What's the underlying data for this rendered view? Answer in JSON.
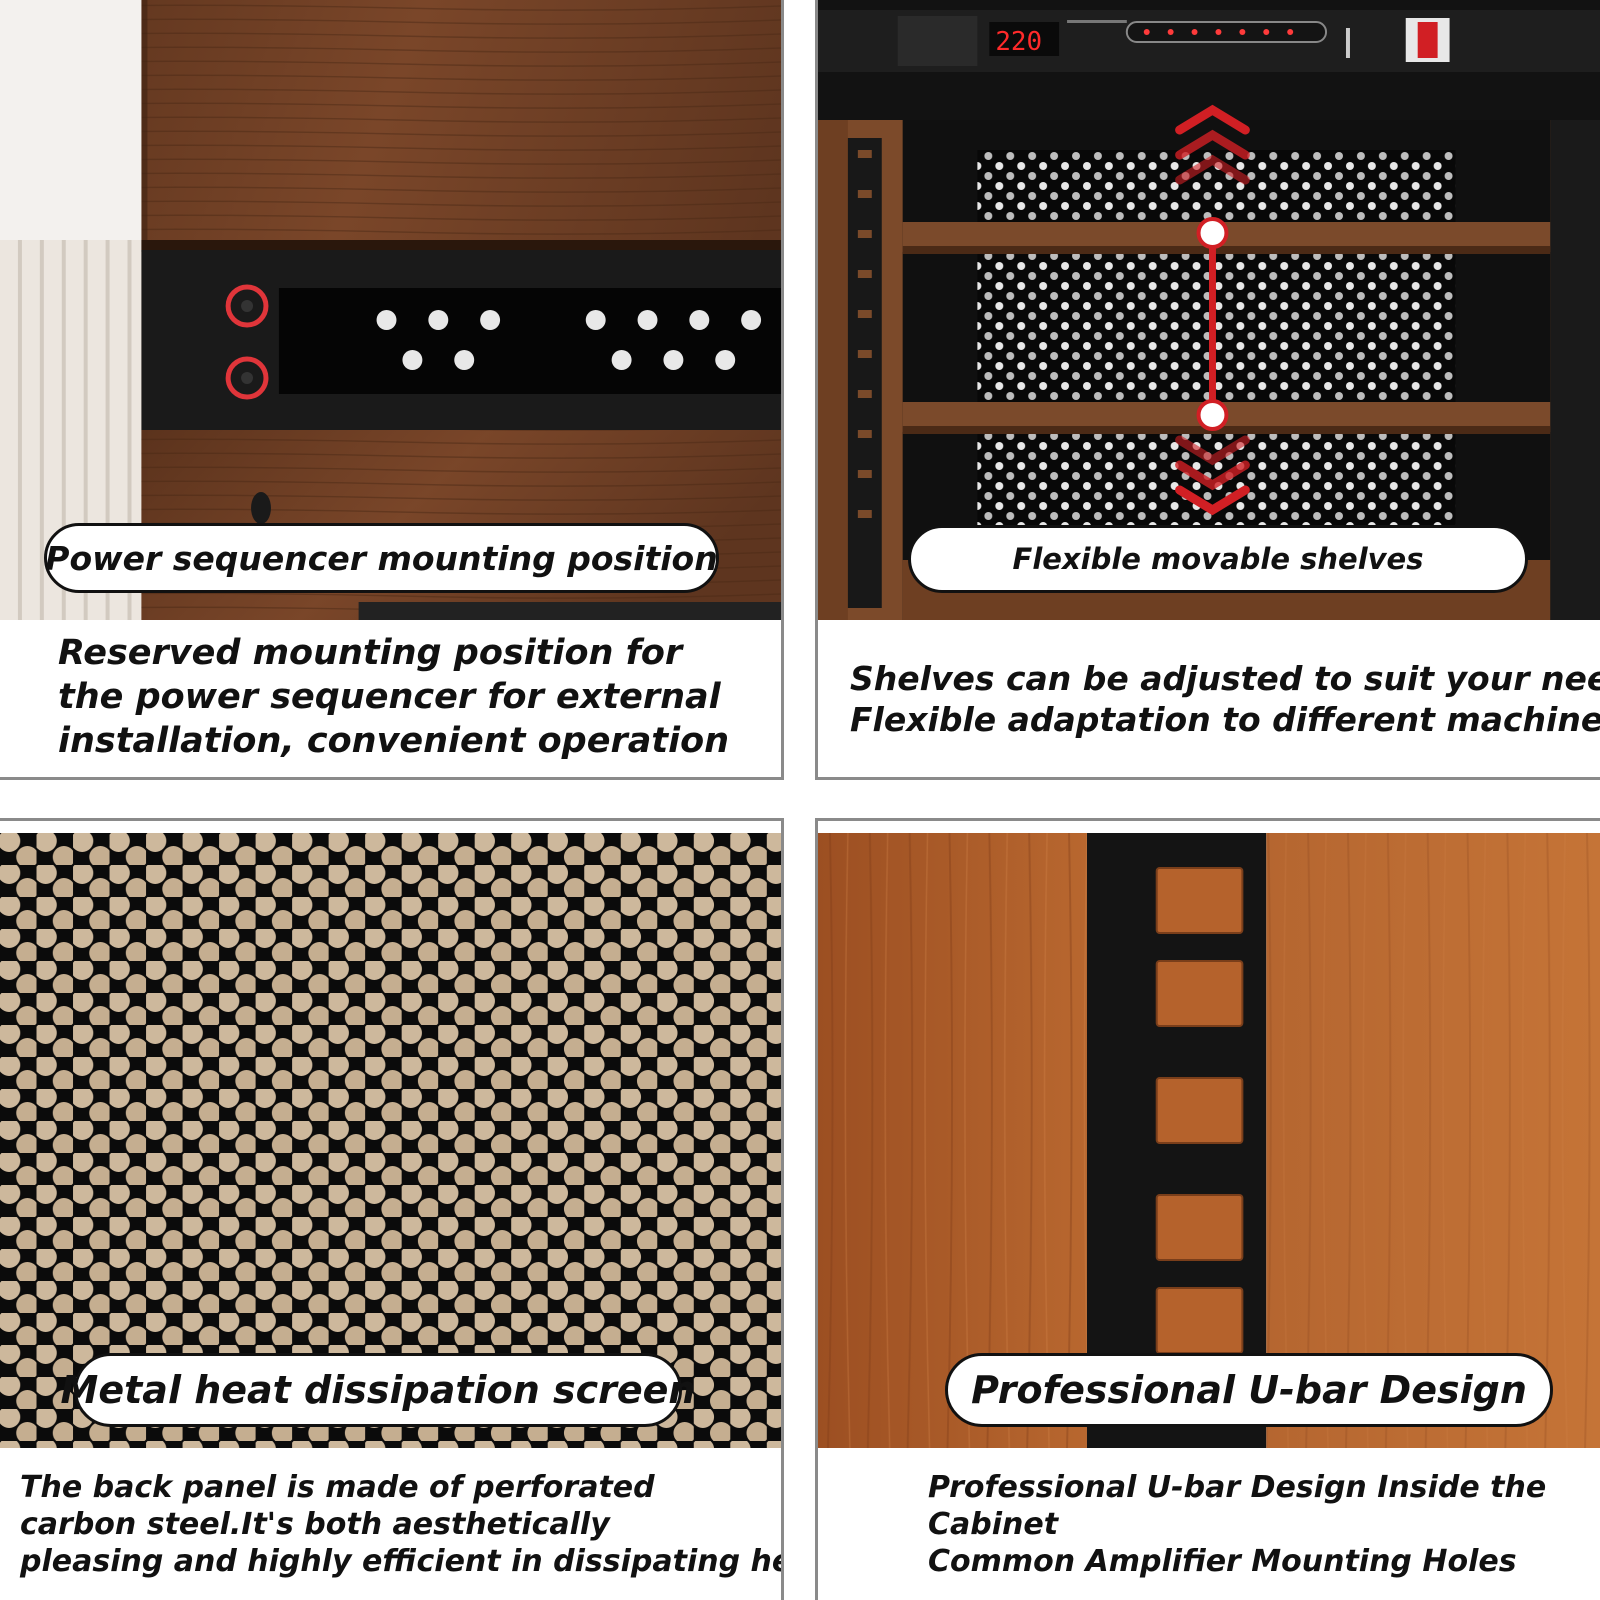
{
  "panels": [
    {
      "caption": "Power sequencer mounting position",
      "description": [
        "Reserved mounting position for",
        "the power sequencer for external",
        "installation, convenient operation"
      ]
    },
    {
      "caption": "Flexible movable shelves",
      "description": [
        "Shelves can be adjusted to suit your needs",
        "Flexible adaptation to different machines"
      ],
      "device_display": "220"
    },
    {
      "caption": "Metal heat dissipation screen",
      "description": [
        "The back panel is made of perforated",
        "carbon steel.It's both aesthetically",
        "pleasing and highly efficient in dissipating heat."
      ]
    },
    {
      "caption": "Professional U-bar Design",
      "description": [
        "Professional U-bar Design Inside the",
        "Cabinet",
        "Common Amplifier Mounting Holes"
      ]
    }
  ],
  "colors": {
    "walnut": "#6b3d22",
    "walnut_light": "#8a5433",
    "amber_wood": "#b0602a",
    "steel_black": "#121212",
    "accent_red": "#d11f24",
    "hole_tan": "#c9b397"
  }
}
